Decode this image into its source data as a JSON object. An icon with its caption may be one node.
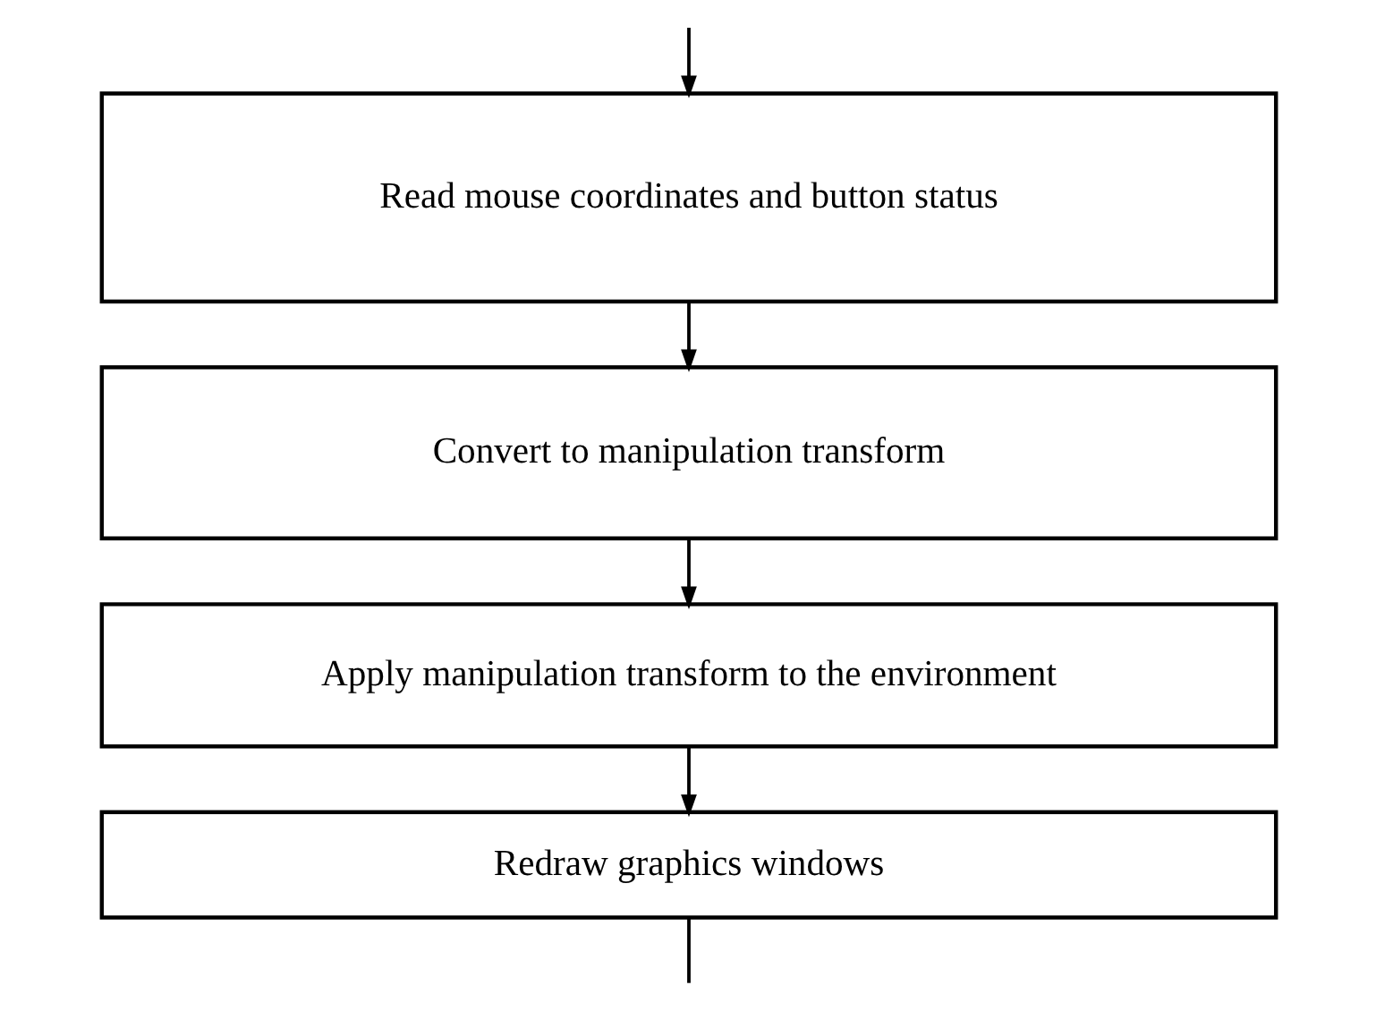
{
  "diagram": {
    "nodes": [
      {
        "text": [
          "Read mouse coordinates and button status"
        ]
      },
      {
        "text": [
          "Convert to manipulation transform"
        ]
      },
      {
        "text": [
          "Apply manipulation transform to the environment"
        ]
      },
      {
        "text": [
          "Redraw graphics windows"
        ]
      }
    ],
    "edges": [
      {
        "from": null,
        "to": 0,
        "arrow": "to"
      },
      {
        "from": 0,
        "to": 1,
        "arrow": "to"
      },
      {
        "from": 1,
        "to": 2,
        "arrow": "to"
      },
      {
        "from": 2,
        "to": 3,
        "arrow": "to"
      },
      {
        "from": 3,
        "to": null,
        "arrow": "none"
      }
    ]
  }
}
